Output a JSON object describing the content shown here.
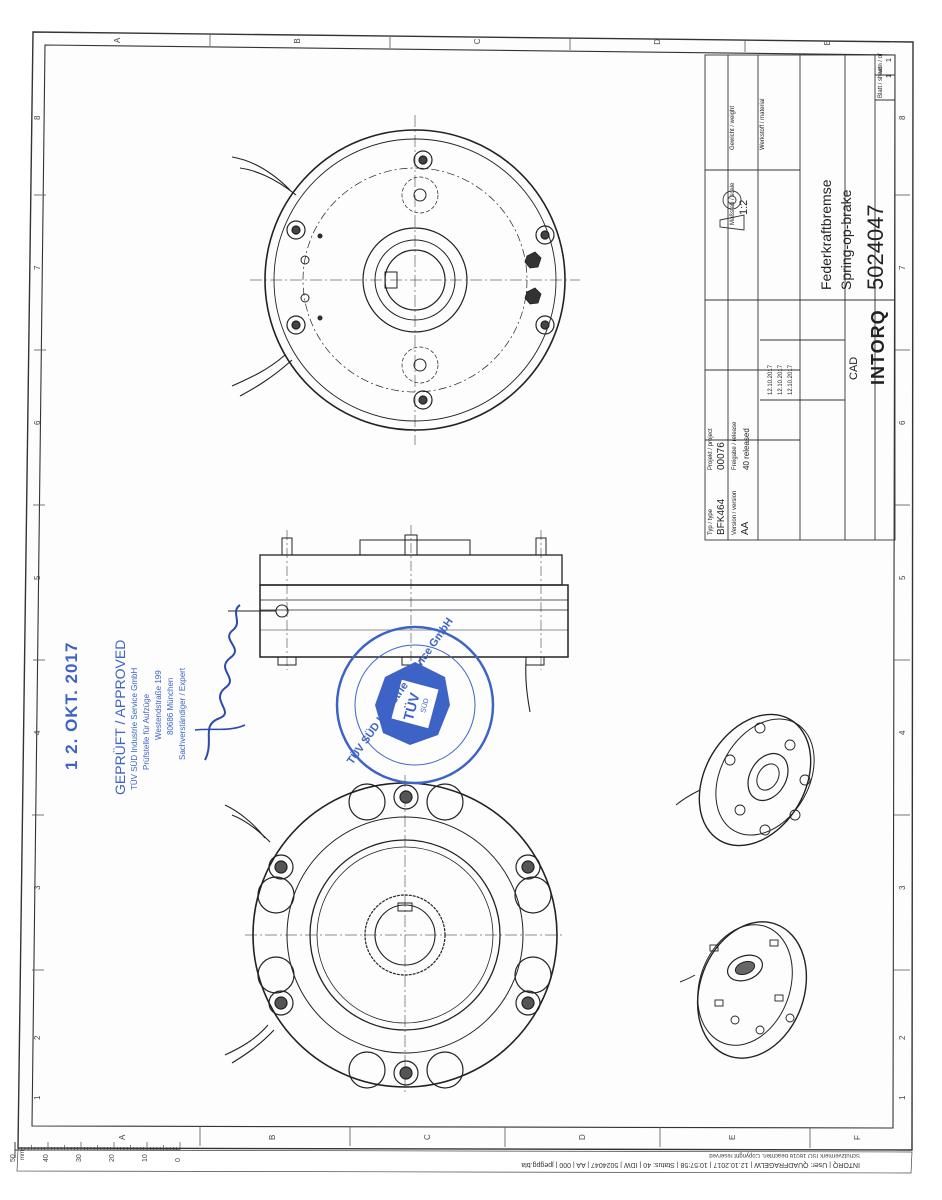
{
  "title_block": {
    "description_de": "Federkraftbremse",
    "description_en": "Spring-op-brake",
    "drawing_number": "5024047",
    "company": "INTORQ",
    "cad_label": "CAD",
    "scale_label": "Maßstab / scale",
    "scale_value": "1:2",
    "weight_label": "Gewicht / weight",
    "material_label": "Werkstoff / material",
    "type_no_label": "Typ / type",
    "type_no_value": "BFK464",
    "version_label": "Version / version",
    "version_value": "AA",
    "project_label": "Projekt / project",
    "project_value": "00076",
    "sheet_label": "Blatt / sheet",
    "sheet_value": "1",
    "of_label": "von / of",
    "of_value": "1",
    "release_label": "Freigabe / release",
    "release_value": "40 released",
    "date_drawn": "12.10.2017",
    "date_checked": "12.10.2017",
    "date_approved": "12.10.2017"
  },
  "stamp": {
    "date": "1 2. OKT. 2017",
    "heading": "GEPRÜFT / APPROVED",
    "line1": "TÜV SÜD Industrie Service GmbH",
    "line2": "Prüfstelle für Aufzüge",
    "line3": "Westendstraße 199",
    "line4": "80686 München",
    "line5": "Sachverständiger / Expert",
    "ring_top": "TÜV SÜD Industrie Service GmbH",
    "logo_text": "TÜV",
    "logo_sub": "SÜD"
  },
  "footer_text": "INTORQ | User: QUADFRAGELW | 12.10.2017 | 10:57:58 | Status: 40 | IDW | 5024047 | AA | 000 | jpegpg.bla",
  "copyright_text": "Schutzvermerk ISO 16016 beachten. Copyright reserved",
  "ruler": {
    "label": "mm",
    "ticks": [
      "0",
      "10",
      "20",
      "30",
      "40",
      "50"
    ]
  },
  "frame_letters_top": [
    "A",
    "B",
    "C",
    "D",
    "E"
  ],
  "frame_letters_bottom": [
    "A",
    "B",
    "C",
    "D",
    "E",
    "F"
  ],
  "frame_numbers_left": [
    "8",
    "7",
    "6",
    "5",
    "4",
    "3",
    "2",
    "1"
  ],
  "frame_numbers_right": [
    "8",
    "7",
    "6",
    "5",
    "4",
    "3",
    "2",
    "1"
  ]
}
